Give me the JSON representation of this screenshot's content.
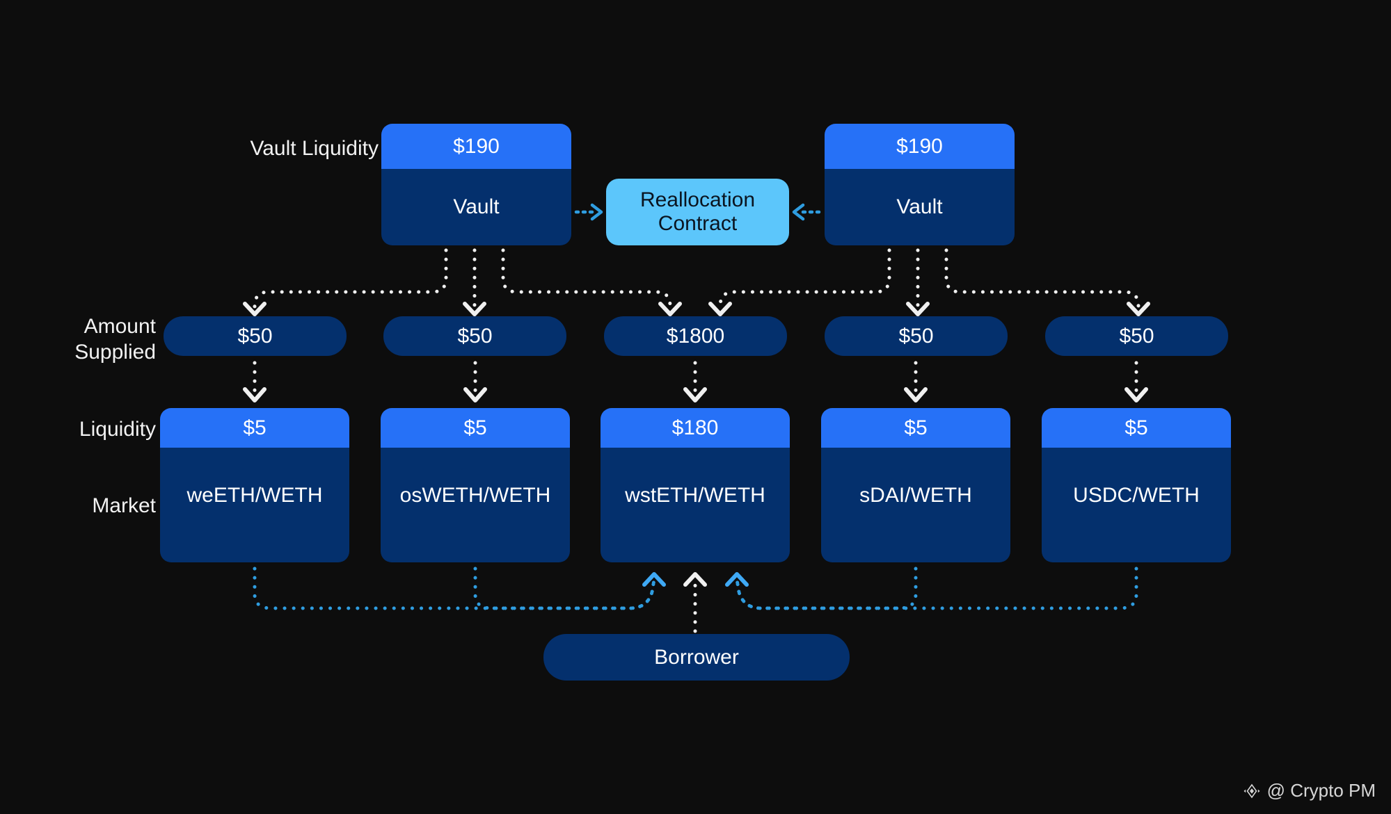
{
  "meta": {
    "background_color": "#0d0d0d",
    "accent_bright_blue": "#2671f7",
    "accent_dark_navy": "#04306d",
    "accent_light_blue": "#5cc6fb",
    "text_color": "#ffffff"
  },
  "labels": {
    "vault_liquidity": "Vault Liquidity",
    "amount_supplied": "Amount\nSupplied",
    "liquidity": "Liquidity",
    "market": "Market"
  },
  "vaults": [
    {
      "liquidity": "$190",
      "name": "Vault"
    },
    {
      "liquidity": "$190",
      "name": "Vault"
    }
  ],
  "reallocation_contract": {
    "label": "Reallocation\nContract"
  },
  "markets": [
    {
      "amount_supplied": "$50",
      "liquidity": "$5",
      "name": "weETH/WETH"
    },
    {
      "amount_supplied": "$50",
      "liquidity": "$5",
      "name": "osWETH/WETH"
    },
    {
      "amount_supplied": "$1800",
      "liquidity": "$180",
      "name": "wstETH/WETH"
    },
    {
      "amount_supplied": "$50",
      "liquidity": "$5",
      "name": "sDAI/WETH"
    },
    {
      "amount_supplied": "$50",
      "liquidity": "$5",
      "name": "USDC/WETH"
    }
  ],
  "borrower": {
    "label": "Borrower"
  },
  "watermark": {
    "icon": "diamond-sparkle-icon",
    "text": "@ Crypto PM"
  }
}
